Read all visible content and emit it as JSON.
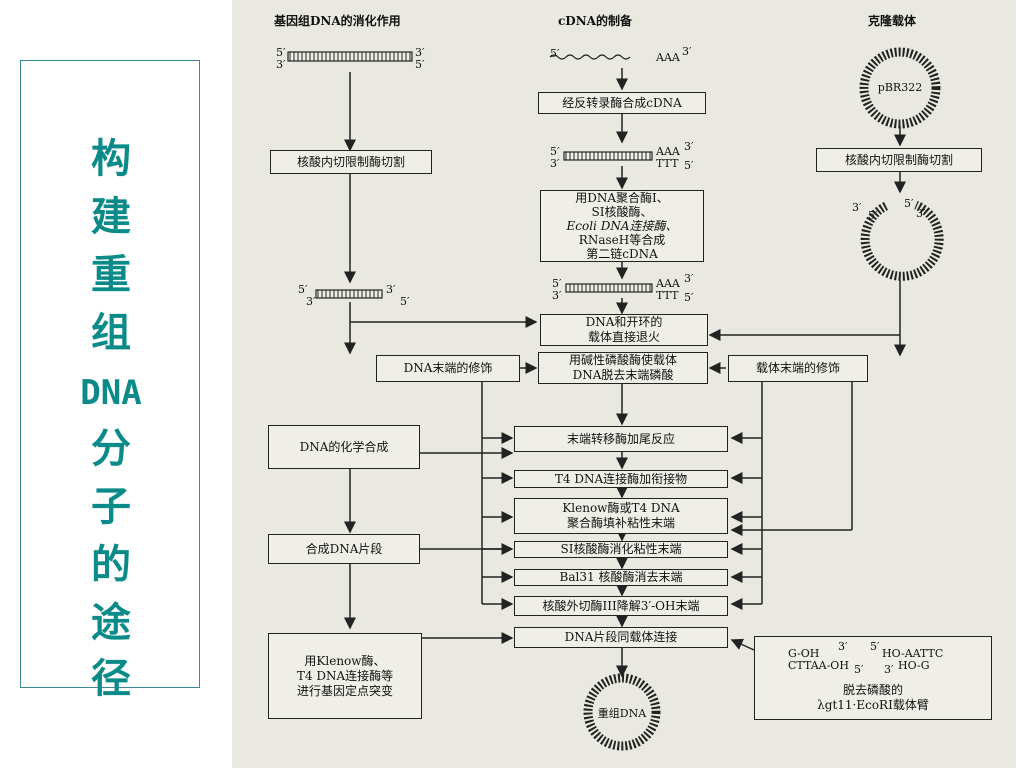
{
  "title_chars": [
    "构",
    "建",
    "重",
    "组",
    "DNA",
    "分",
    "子",
    "的",
    "途",
    "径"
  ],
  "headers": {
    "genomic": "基因组DNA的消化作用",
    "cdna": "cDNA的制备",
    "vector": "克隆载体"
  },
  "boxes": {
    "reverse_transcriptase": "经反转录酶合成cDNA",
    "restriction_left": "核酸内切限制酶切割",
    "restriction_right": "核酸内切限制酶切割",
    "second_strand_l1": "用DNA聚合酶I、",
    "second_strand_l2": "SI核酸酶、",
    "second_strand_l3": "Ecoli DNA连接酶、",
    "second_strand_l4": "RNaseH等合成",
    "second_strand_l5": "第二链cDNA",
    "anneal_l1": "DNA和开环的",
    "anneal_l2": "载体直接退火",
    "dna_end_mod": "DNA末端的修饰",
    "dephos_l1": "用碱性磷酸酶使载体",
    "dephos_l2": "DNA脱去末端磷酸",
    "vector_end_mod": "载体末端的修饰",
    "chem_synth": "DNA的化学合成",
    "tailing": "末端转移酶加尾反应",
    "linker": "T4 DNA连接酶加衔接物",
    "klenow_l1": "Klenow酶或T4 DNA",
    "klenow_l2": "聚合酶填补粘性末端",
    "si_digest": "SI核酸酶消化粘性末端",
    "bal31": "Bal31 核酸酶消去末端",
    "exo3": "核酸外切酶III降解3′-OH末端",
    "synth_fragment": "合成DNA片段",
    "ligation": "DNA片段同载体连接",
    "mutagenesis_l1": "用Klenow酶、",
    "mutagenesis_l2": "T4 DNA连接酶等",
    "mutagenesis_l3": "进行基因定点突变",
    "arms_l1": "脱去磷酸的",
    "arms_l2": "λgt11·EcoRI载体臂"
  },
  "circles": {
    "plasmid": "pBR322",
    "recombinant": "重组DNA"
  },
  "strand_labels": {
    "five": "5′",
    "three": "3′",
    "poly_a": "AAA",
    "poly_t": "TTT",
    "arm_top_left": "G-OH",
    "arm_bottom_left": "CTTAA-OH",
    "arm_top_right": "HO-AATTC",
    "arm_bottom_right": "HO-G"
  }
}
